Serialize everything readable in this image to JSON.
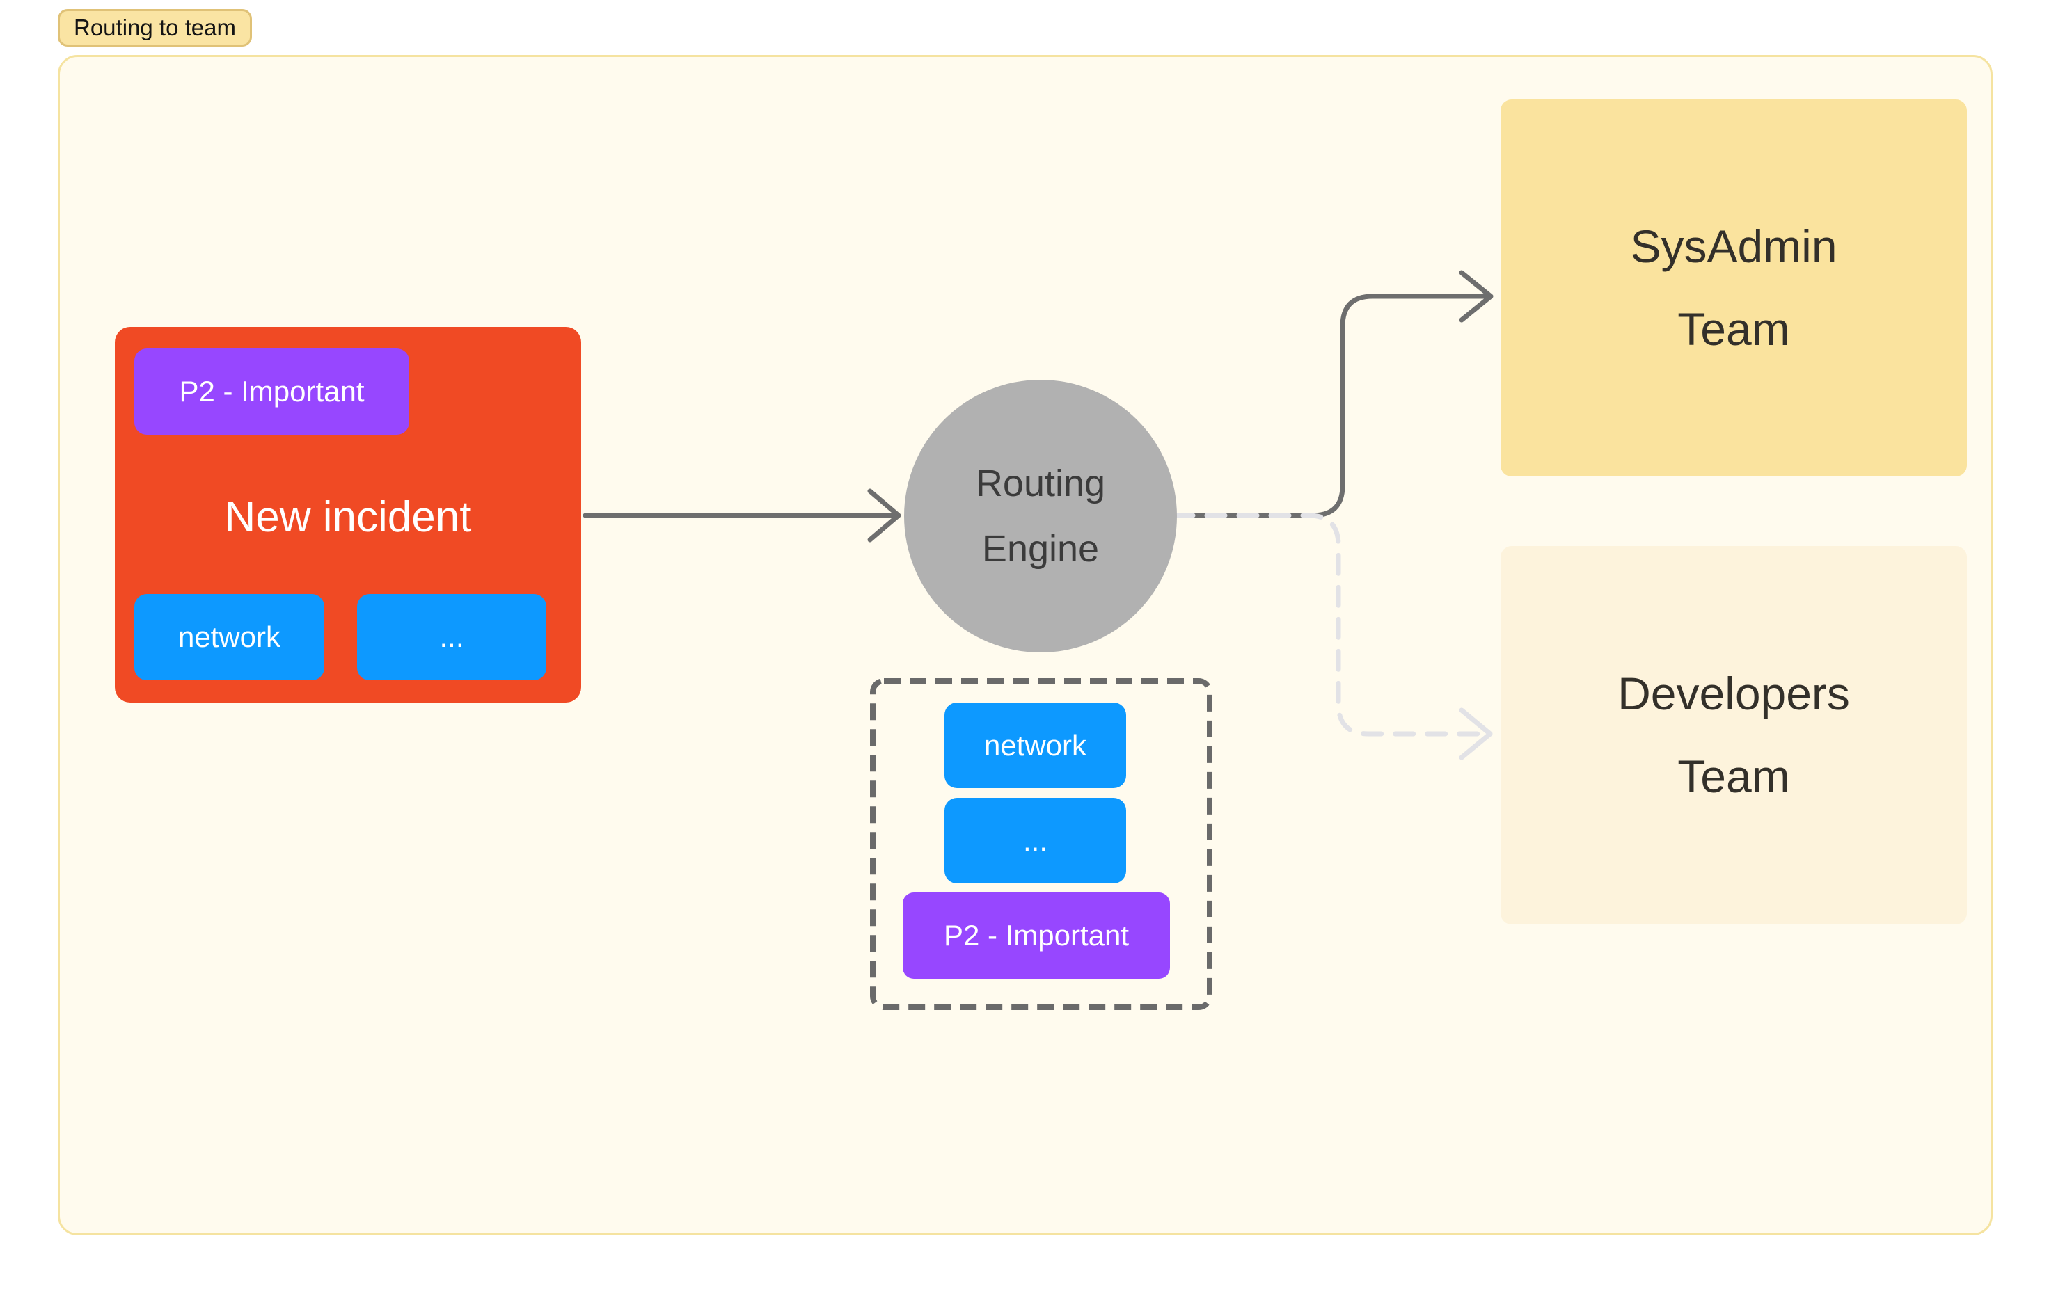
{
  "frame_label": "Routing to team",
  "incident": {
    "title": "New incident",
    "priority_tag": "P2 - Important",
    "tags": [
      "network",
      "..."
    ]
  },
  "routing_engine": {
    "lines": [
      "Routing",
      "Engine"
    ]
  },
  "extracted_tags": {
    "tags": [
      "network",
      "...",
      "P2 - Important"
    ]
  },
  "teams": {
    "sysadmin": {
      "lines": [
        "SysAdmin",
        "Team"
      ]
    },
    "developers": {
      "lines": [
        "Developers",
        "Team"
      ]
    }
  },
  "colors": {
    "incident_red": "#F04A24",
    "priority_purple": "#9747FF",
    "tag_blue": "#0D99FF",
    "engine_gray": "#B1B1B1",
    "sysadmin_yellow": "#FAE39E",
    "developers_cream": "#FDF3DC",
    "frame_fill": "#FFFBEE",
    "frame_border": "#F5E3A0",
    "label_fill": "#FAE4A3",
    "label_border": "#E0C277",
    "arrow_dark": "#6E6E6E",
    "arrow_light": "#E2E2E6",
    "dashed_outline_gray": "#6A6A6A"
  }
}
